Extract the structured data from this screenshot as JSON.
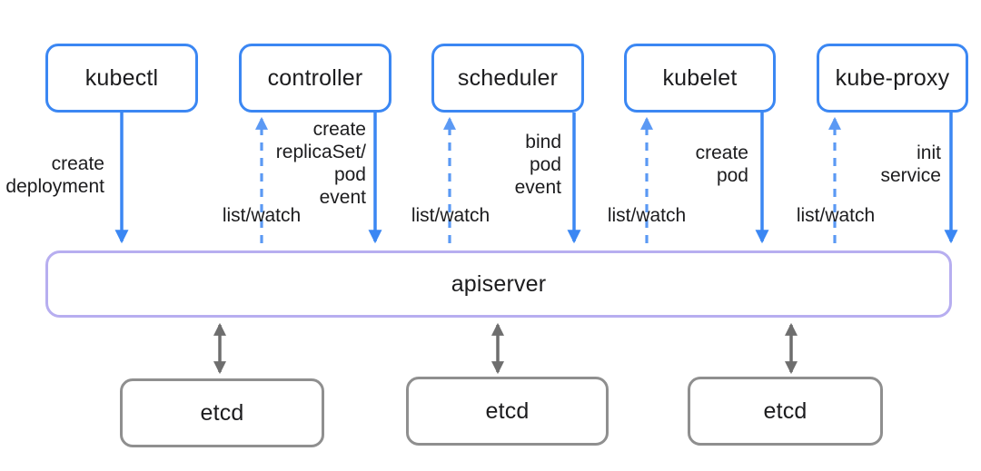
{
  "nodes": {
    "top": [
      {
        "id": "kubectl",
        "label": "kubectl"
      },
      {
        "id": "controller",
        "label": "controller"
      },
      {
        "id": "scheduler",
        "label": "scheduler"
      },
      {
        "id": "kubelet",
        "label": "kubelet"
      },
      {
        "id": "kube-proxy",
        "label": "kube-proxy"
      }
    ],
    "apiserver": {
      "label": "apiserver"
    },
    "etcd": [
      {
        "label": "etcd"
      },
      {
        "label": "etcd"
      },
      {
        "label": "etcd"
      }
    ]
  },
  "edges": {
    "kubectl_down": {
      "label": "create\ndeployment",
      "style": "solid-blue-down"
    },
    "controller_watch": {
      "label": "list/watch",
      "style": "dashed-blue-up"
    },
    "controller_down": {
      "label": "create\nreplicaSet/\npod\nevent",
      "style": "solid-blue-down"
    },
    "scheduler_watch": {
      "label": "list/watch",
      "style": "dashed-blue-up"
    },
    "scheduler_down": {
      "label": "bind\npod\nevent",
      "style": "solid-blue-down"
    },
    "kubelet_watch": {
      "label": "list/watch",
      "style": "dashed-blue-up"
    },
    "kubelet_down": {
      "label": "create\npod",
      "style": "solid-blue-down"
    },
    "kube_proxy_watch": {
      "label": "list/watch",
      "style": "dashed-blue-up"
    },
    "kube_proxy_down": {
      "label": "init\nservice",
      "style": "solid-blue-down"
    },
    "apiserver_etcd": {
      "label": "",
      "style": "gray-double"
    }
  },
  "colors": {
    "node_border_blue": "#3b87f3",
    "solid_arrow_blue": "#3b87f3",
    "dashed_arrow_blue": "#5b99f4",
    "apiserver_border": "#b7aef0",
    "etcd_border": "#8f8f8f",
    "gray_arrow": "#6e6e6e",
    "text": "#1c1c1e",
    "background": "#ffffff"
  }
}
